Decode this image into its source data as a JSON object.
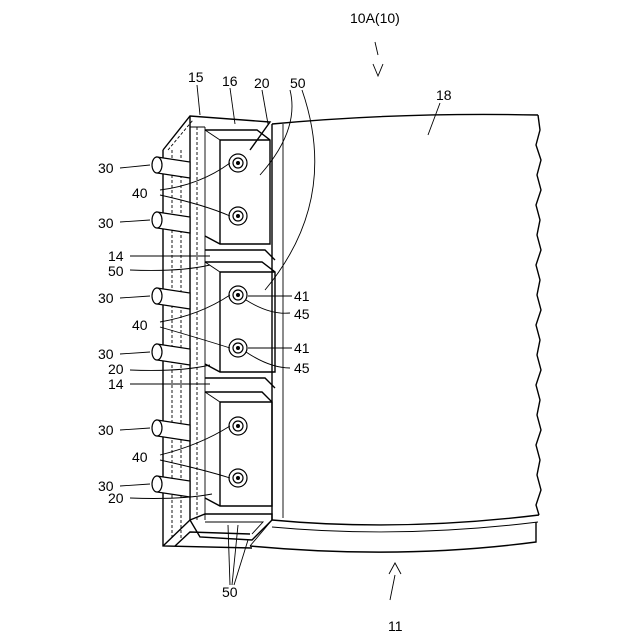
{
  "labels": {
    "assembly": "10A(10)",
    "cover": "18",
    "bottom": "11",
    "l15": "15",
    "l16": "16",
    "l20_top": "20",
    "l50_top": "50",
    "l30_a": "30",
    "l40_a": "40",
    "l30_b": "30",
    "l14_a": "14",
    "l50_mid": "50",
    "l30_c": "30",
    "l41_a": "41",
    "l45_a": "45",
    "l40_b": "40",
    "l30_d": "30",
    "l41_b": "41",
    "l20_mid": "20",
    "l45_b": "45",
    "l14_b": "14",
    "l30_e": "30",
    "l40_c": "40",
    "l30_f": "30",
    "l20_bot": "20",
    "l50_bot": "50"
  }
}
